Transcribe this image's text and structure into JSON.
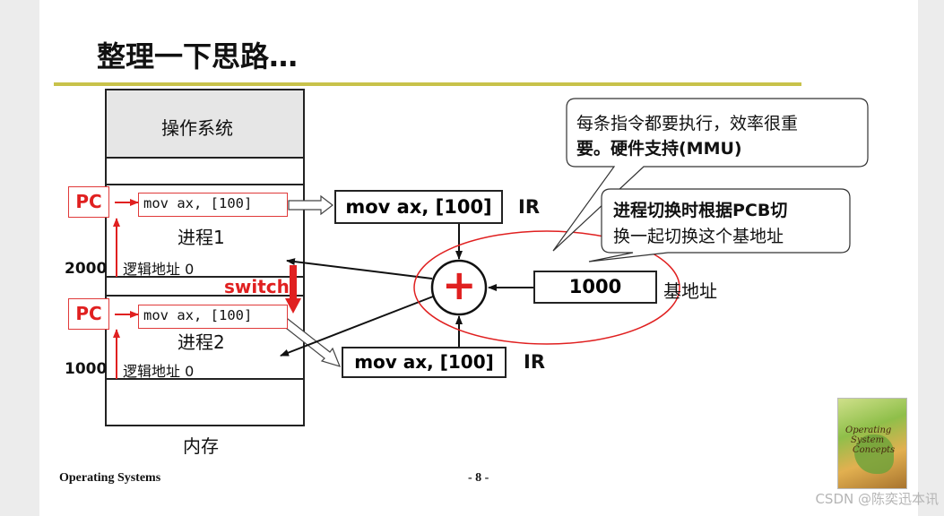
{
  "title": "整理一下思路…",
  "memory": {
    "os_label": "操作系统",
    "process1_label": "进程1",
    "process2_label": "进程2",
    "logical_addr1": "逻辑地址 0",
    "logical_addr2": "逻辑地址 0",
    "bottom_label": "内存",
    "addr_2000": "2000",
    "addr_1000": "1000"
  },
  "pc1": "PC",
  "pc2": "PC",
  "instr1": "mov ax, [100]",
  "instr2": "mov ax, [100]",
  "switch_label": "switch",
  "ir_top": {
    "text": "mov ax, [100]",
    "label": "IR"
  },
  "ir_bottom": {
    "text": "mov ax, [100]",
    "label": "IR"
  },
  "adder_symbol": "+",
  "base": {
    "value": "1000",
    "label": "基地址"
  },
  "callouts": {
    "mmu": {
      "line1": "每条指令都要执行，效率很重",
      "line2": "要。硬件支持(MMU)"
    },
    "pcb": {
      "line1": "进程切换时根据PCB切",
      "line2": "换一起切换这个基地址"
    }
  },
  "footer": {
    "left": "Operating Systems",
    "page": "- 8 -"
  },
  "book_cover": {
    "title_lines": [
      "Operating",
      "System",
      "Concepts"
    ]
  },
  "watermark": "CSDN @陈奕迅本讯",
  "colors": {
    "accent_red": "#e02020",
    "rule": "#c8c24a",
    "os_fill": "#e6e6e6"
  }
}
